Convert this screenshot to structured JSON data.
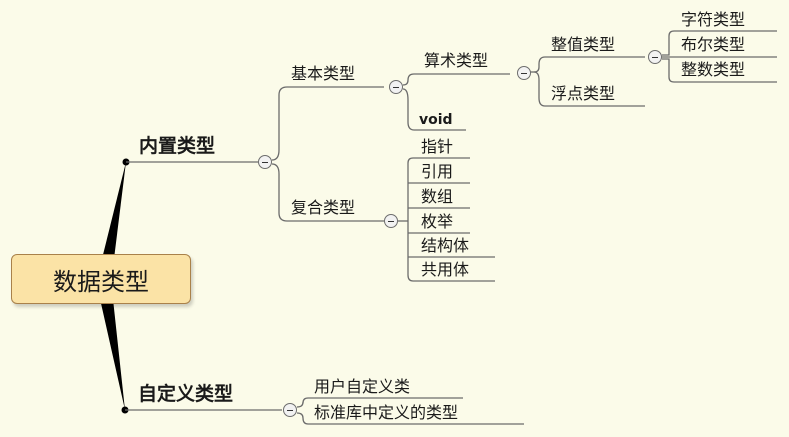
{
  "root": {
    "label": "数据类型"
  },
  "builtin": {
    "label": "内置类型",
    "basic": {
      "label": "基本类型",
      "arith": {
        "label": "算术类型",
        "integer": {
          "label": "整值类型",
          "items": [
            "字符类型",
            "布尔类型",
            "整数类型"
          ]
        },
        "float_label": "浮点类型"
      },
      "void_label": "void"
    },
    "compound": {
      "label": "复合类型",
      "items": [
        "指针",
        "引用",
        "数组",
        "枚举",
        "结构体",
        "共用体"
      ]
    }
  },
  "user": {
    "label": "自定义类型",
    "items": [
      "用户自定义类",
      "标准库中定义的类型"
    ]
  },
  "colors": {
    "background": "#fbfbe9",
    "root_fill": "#fbe3a6",
    "root_border": "#a9814a",
    "line": "#6b6b6b",
    "wedge": "#000000"
  },
  "icons": {
    "toggle": "collapse-minus-icon"
  }
}
